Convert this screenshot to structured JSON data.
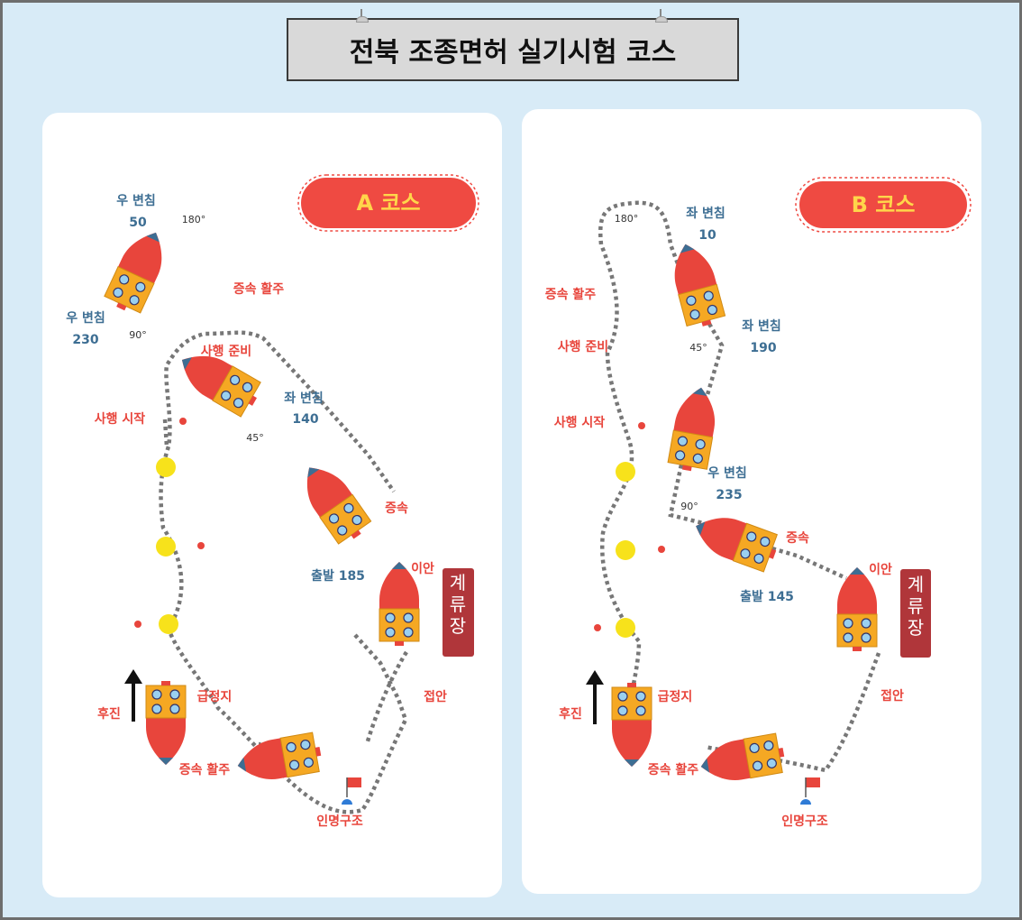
{
  "title": "전북 조종면허 실기시험 코스",
  "colors": {
    "route": "#777777",
    "boat_hull": "#e8453c",
    "boat_deck": "#f5a823",
    "buoy": "#f7e21b",
    "marker": "#e8453c",
    "dock": "#b0363a",
    "label_blue": "#3d6e93",
    "label_red": "#e8453c"
  },
  "panels": [
    {
      "badge": "A 코스",
      "dock": [
        "계",
        "류",
        "장"
      ],
      "labels": [
        {
          "text": "우 변침",
          "tone": "blue"
        },
        {
          "text": "50",
          "tone": "blue"
        },
        {
          "text": "180°",
          "tone": "deg"
        },
        {
          "text": "증속 활주",
          "tone": "red"
        },
        {
          "text": "우 변침",
          "tone": "blue"
        },
        {
          "text": "230",
          "tone": "blue"
        },
        {
          "text": "90°",
          "tone": "deg"
        },
        {
          "text": "사행 준비",
          "tone": "red"
        },
        {
          "text": "좌 변침",
          "tone": "blue"
        },
        {
          "text": "140",
          "tone": "blue"
        },
        {
          "text": "45°",
          "tone": "deg"
        },
        {
          "text": "사행 시작",
          "tone": "red"
        },
        {
          "text": "증속",
          "tone": "red"
        },
        {
          "text": "이안",
          "tone": "red"
        },
        {
          "text": "출발 185",
          "tone": "blue"
        },
        {
          "text": "접안",
          "tone": "red"
        },
        {
          "text": "급정지",
          "tone": "red"
        },
        {
          "text": "후진",
          "tone": "red"
        },
        {
          "text": "증속 활주",
          "tone": "red"
        },
        {
          "text": "인명구조",
          "tone": "red"
        }
      ]
    },
    {
      "badge": "B 코스",
      "dock": [
        "계",
        "류",
        "장"
      ],
      "labels": [
        {
          "text": "180°",
          "tone": "deg"
        },
        {
          "text": "좌 변침",
          "tone": "blue"
        },
        {
          "text": "10",
          "tone": "blue"
        },
        {
          "text": "증속 활주",
          "tone": "red"
        },
        {
          "text": "좌 변침",
          "tone": "blue"
        },
        {
          "text": "190",
          "tone": "blue"
        },
        {
          "text": "사행 준비",
          "tone": "red"
        },
        {
          "text": "45°",
          "tone": "deg"
        },
        {
          "text": "사행 시작",
          "tone": "red"
        },
        {
          "text": "우 변침",
          "tone": "blue"
        },
        {
          "text": "235",
          "tone": "blue"
        },
        {
          "text": "90°",
          "tone": "deg"
        },
        {
          "text": "증속",
          "tone": "red"
        },
        {
          "text": "이안",
          "tone": "red"
        },
        {
          "text": "출발 145",
          "tone": "blue"
        },
        {
          "text": "접안",
          "tone": "red"
        },
        {
          "text": "급정지",
          "tone": "red"
        },
        {
          "text": "후진",
          "tone": "red"
        },
        {
          "text": "증속 활주",
          "tone": "red"
        },
        {
          "text": "인명구조",
          "tone": "red"
        }
      ]
    }
  ]
}
